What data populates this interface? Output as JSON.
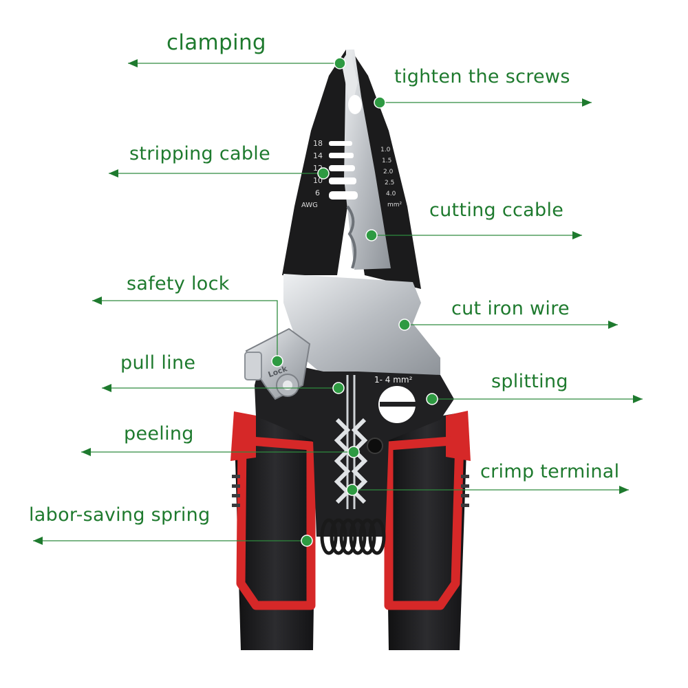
{
  "colors": {
    "label_text": "#1e7a2e",
    "leader_line": "#2e8b3e",
    "handle_accent": "#d62828",
    "handle_body": "#1c1c1e",
    "steel": "#c9ccd0"
  },
  "tool": {
    "awg_heading": "AWG",
    "awg_sizes": [
      "18",
      "14",
      "12",
      "10",
      "6"
    ],
    "mm_heading": "mm²",
    "mm_sizes": [
      "1.0",
      "1.5",
      "2.0",
      "2.5",
      "4.0"
    ],
    "splitting_range": "1- 4 mm²",
    "lock_engraving": "Lock"
  },
  "callouts": [
    {
      "id": "clamping",
      "label": "clamping"
    },
    {
      "id": "tighten-screws",
      "label": "tighten the screws"
    },
    {
      "id": "stripping-cable",
      "label": "stripping cable"
    },
    {
      "id": "cutting-cable",
      "label": "cutting ccable"
    },
    {
      "id": "safety-lock",
      "label": "safety lock"
    },
    {
      "id": "cut-iron-wire",
      "label": "cut iron wire"
    },
    {
      "id": "pull-line",
      "label": "pull line"
    },
    {
      "id": "splitting",
      "label": "splitting"
    },
    {
      "id": "peeling",
      "label": "peeling"
    },
    {
      "id": "crimp-terminal",
      "label": "crimp terminal"
    },
    {
      "id": "labor-saving-spring",
      "label": "labor-saving spring"
    }
  ]
}
